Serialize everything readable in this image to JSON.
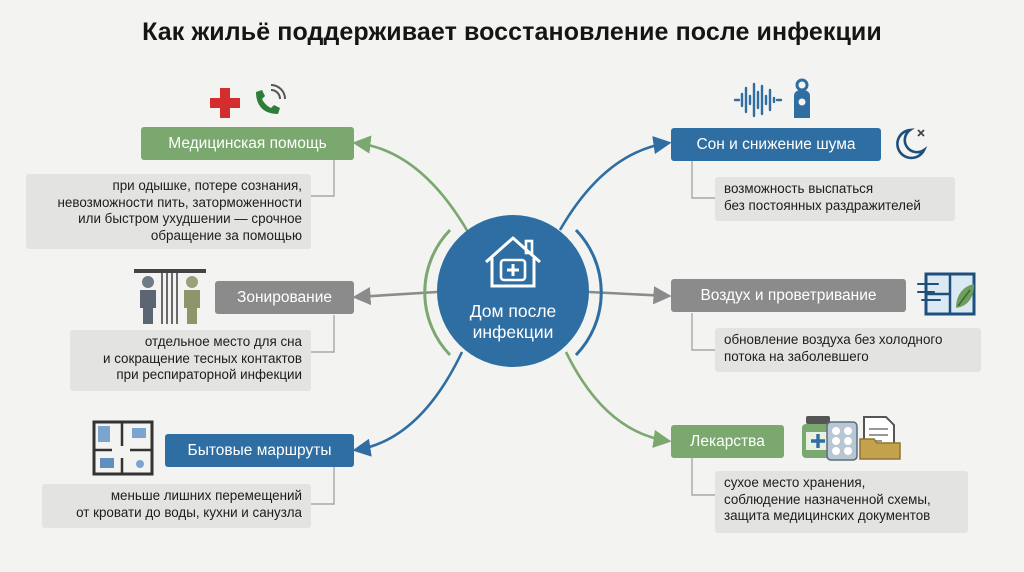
{
  "title": "Как жильё поддерживает восстановление после инфекции",
  "center": {
    "label": "Дом после\nинфекции",
    "icon": "house-plus-icon"
  },
  "colors": {
    "green": "#7aa86e",
    "blue": "#2e6ea2",
    "gray": "#8b8b8b",
    "note_bg": "#e3e3e1"
  },
  "left": [
    {
      "label": "Медицинская помощь",
      "color": "green",
      "text": "при одышке, потере сознания,\nневозможности пить, заторможенности\nили быстром ухудшении — срочное\nобращение за помощью",
      "icons": [
        "medical-cross-icon",
        "phone-call-icon"
      ]
    },
    {
      "label": "Зонирование",
      "color": "gray",
      "text": "отдельное место для сна\nи сокращение тесных контактов\nпри респираторной инфекции",
      "icons": [
        "room-divider-icon"
      ]
    },
    {
      "label": "Бытовые маршруты",
      "color": "blue",
      "text": "меньше лишних перемещений\nот кровати до воды, кухни и санузла",
      "icons": [
        "floor-plan-icon"
      ]
    }
  ],
  "right": [
    {
      "label": "Сон и снижение шума",
      "color": "blue",
      "text": "возможность выспаться\nбез постоянных раздражителей",
      "icons": [
        "sound-wave-icon",
        "door-hanger-icon",
        "moon-icon"
      ]
    },
    {
      "label": "Воздух и проветривание",
      "color": "gray",
      "text": "обновление воздуха без холодного\nпотока на заболевшего",
      "icons": [
        "window-air-icon"
      ]
    },
    {
      "label": "Лекарства",
      "color": "green",
      "text": "сухое место хранения,\nсоблюдение назначенной схемы,\nзащита медицинских документов",
      "icons": [
        "medicine-jar-icon",
        "pill-blister-icon",
        "document-folder-icon"
      ]
    }
  ]
}
